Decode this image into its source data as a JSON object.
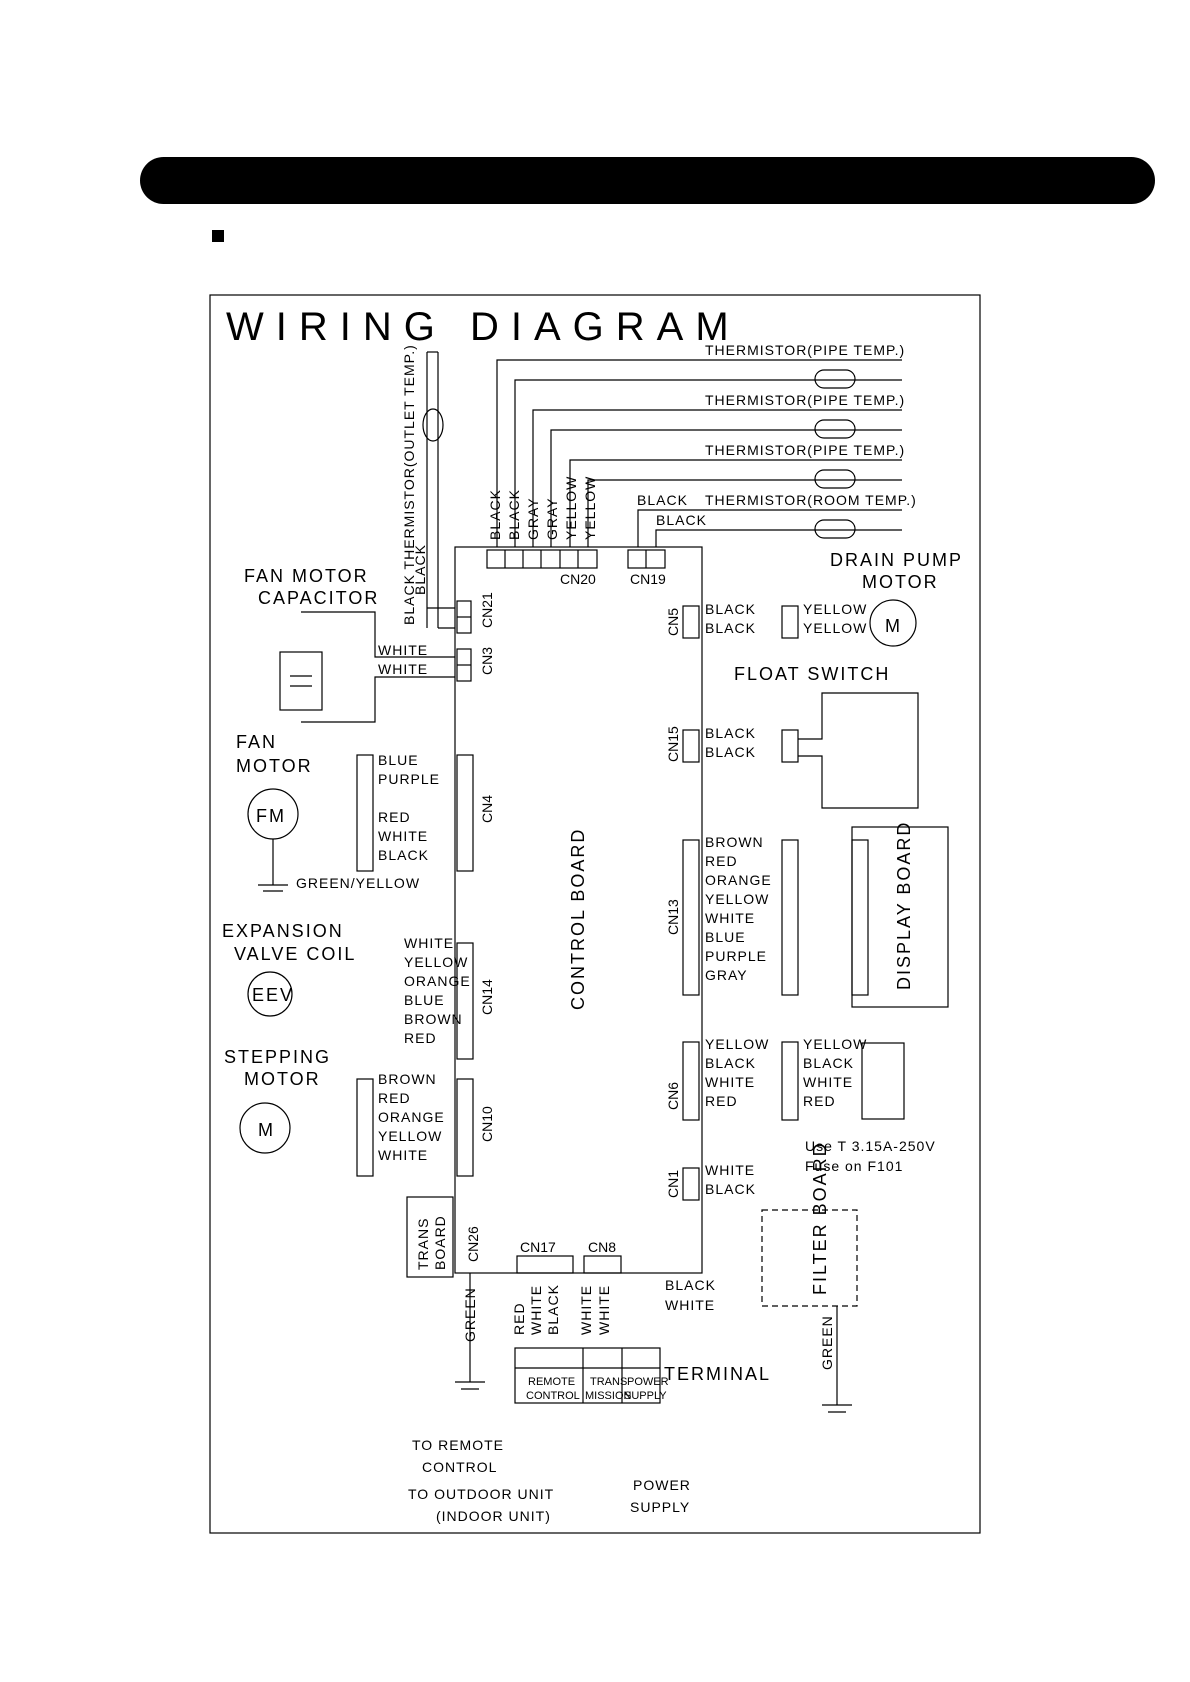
{
  "diagram": {
    "title": "WIRING DIAGRAM",
    "control_board": "CONTROL BOARD",
    "display_board": "DISPLAY BOARD",
    "filter_board": "FILTER BOARD",
    "trans_board_1": "TRANS",
    "trans_board_2": "BOARD",
    "fan_motor_capacitor_1": "FAN MOTOR",
    "fan_motor_capacitor_2": "CAPACITOR",
    "fan_motor_1": "FAN",
    "fan_motor_2": "MOTOR",
    "fm_symbol": "FM",
    "expansion_valve_1": "EXPANSION",
    "expansion_valve_2": "VALVE COIL",
    "eev_symbol": "EEV",
    "stepping_motor_1": "STEPPING",
    "stepping_motor_2": "MOTOR",
    "m_symbol": "M",
    "drain_pump_1": "DRAIN PUMP",
    "drain_pump_2": "MOTOR",
    "float_switch": "FLOAT SWITCH",
    "green_yellow": "GREEN/YELLOW",
    "green": "GREEN",
    "fuse_note_1": "Use T 3.15A-250V",
    "fuse_note_2": "Fuse on F101",
    "terminal": "TERMINAL",
    "thermistor_outlet": "BLACK THERMISTOR(OUTLET TEMP.)",
    "thermistor_pipe": "THERMISTOR(PIPE TEMP.)",
    "thermistor_room": "THERMISTOR(ROOM TEMP.)",
    "terminal_groups": [
      "REMOTE",
      "CONTROL",
      "TRANS",
      "MISSION",
      "POWER",
      "SUPPLY"
    ],
    "to_remote": "TO REMOTE",
    "control": "CONTROL",
    "to_outdoor": "TO OUTDOOR UNIT",
    "indoor_unit": "(INDOOR UNIT)",
    "power_supply_1": "POWER",
    "power_supply_2": "SUPPLY",
    "connectors": {
      "cn20": "CN20",
      "cn19": "CN19",
      "cn21": "CN21",
      "cn3": "CN3",
      "cn4": "CN4",
      "cn14": "CN14",
      "cn10": "CN10",
      "cn26": "CN26",
      "cn17": "CN17",
      "cn8": "CN8",
      "cn5": "CN5",
      "cn15": "CN15",
      "cn13": "CN13",
      "cn6": "CN6",
      "cn1": "CN1"
    },
    "wires": {
      "cn20": [
        "BLACK",
        "BLACK",
        "GRAY",
        "GRAY",
        "YELLOW",
        "YELLOW"
      ],
      "cn19": [
        "BLACK",
        "BLACK"
      ],
      "cn21": [
        "BLACK",
        "BLACK"
      ],
      "cn3": [
        "WHITE",
        "WHITE"
      ],
      "cn4": [
        "BLUE",
        "PURPLE",
        "",
        "RED",
        "WHITE",
        "BLACK"
      ],
      "cn14": [
        "WHITE",
        "YELLOW",
        "ORANGE",
        "BLUE",
        "BROWN",
        "RED"
      ],
      "cn10": [
        "BROWN",
        "RED",
        "ORANGE",
        "YELLOW",
        "WHITE"
      ],
      "cn5": [
        "BLACK",
        "BLACK"
      ],
      "cn5_motor": [
        "YELLOW",
        "YELLOW"
      ],
      "cn15": [
        "BLACK",
        "BLACK"
      ],
      "cn13": [
        "BROWN",
        "RED",
        "ORANGE",
        "YELLOW",
        "WHITE",
        "BLUE",
        "PURPLE",
        "GRAY"
      ],
      "cn6": [
        "YELLOW",
        "BLACK",
        "WHITE",
        "RED"
      ],
      "cn6_right": [
        "YELLOW",
        "BLACK",
        "WHITE",
        "RED"
      ],
      "cn1": [
        "WHITE",
        "BLACK"
      ],
      "cn17": [
        "RED",
        "WHITE",
        "BLACK"
      ],
      "cn8": [
        "WHITE",
        "WHITE"
      ],
      "power": [
        "BLACK",
        "WHITE"
      ]
    }
  }
}
